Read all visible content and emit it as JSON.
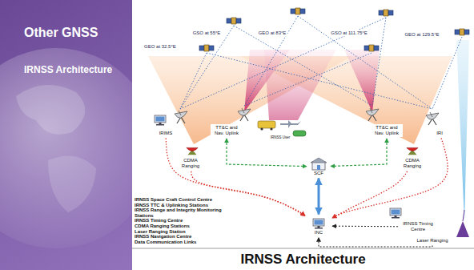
{
  "diagram": {
    "title": "Other GNSS",
    "caption": "IRNSS Architecture",
    "nodes": [
      {
        "text": [
          "GSO at 55°E"
        ]
      },
      {
        "text": [
          "GEO at 83°E"
        ]
      },
      {
        "text": [
          "GSO at 111.75°E"
        ]
      },
      {
        "text": [
          "GEO at 129.5°E"
        ]
      },
      {
        "text": [
          "GEO at 32.5°E"
        ]
      },
      {
        "text": [
          "IRIMS"
        ]
      },
      {
        "text": [
          "TT&C and Nav. Uplink"
        ]
      },
      {
        "text": [
          "IRNSS User"
        ]
      },
      {
        "text": [
          "TT&C and Nav. Uplink"
        ]
      },
      {
        "text": [
          "IRI"
        ]
      },
      {
        "text": [
          "CDMA Ranging"
        ]
      },
      {
        "text": [
          "SCF"
        ]
      },
      {
        "text": [
          "CDMA Ranging"
        ]
      },
      {
        "text": [
          "INC"
        ]
      },
      {
        "text": [
          "IRNSS Timing Centre"
        ]
      },
      {
        "text": [
          "Laser Ranging"
        ]
      }
    ],
    "edges": [
      {
        "from": 5,
        "to": 13,
        "arrow": "to"
      },
      {
        "from": 10,
        "to": 13,
        "arrow": "to"
      },
      {
        "from": 12,
        "to": 13,
        "arrow": "to"
      },
      {
        "from": 9,
        "to": 13,
        "arrow": "to"
      },
      {
        "from": 6,
        "to": 11,
        "arrow": "both"
      },
      {
        "from": 8,
        "to": 11,
        "arrow": "both"
      },
      {
        "from": 11,
        "to": 13,
        "arrow": "both"
      },
      {
        "from": 15,
        "to": 13,
        "arrow": "to"
      },
      {
        "from": 14,
        "to": 13,
        "arrow": "to"
      }
    ],
    "labels": [
      "IRNSS Architecture",
      "IRNSS Space Craft Control Centre",
      "IRNSS TTC & Uplinking Stations",
      "IRNSS Range and Integrity Monitoring Stations",
      "IRNSS Timing Centre",
      "CDMA Ranging Stations",
      "Laser Ranging Station",
      "IRNSS Navigation Centre",
      "Data Communication Links"
    ]
  }
}
